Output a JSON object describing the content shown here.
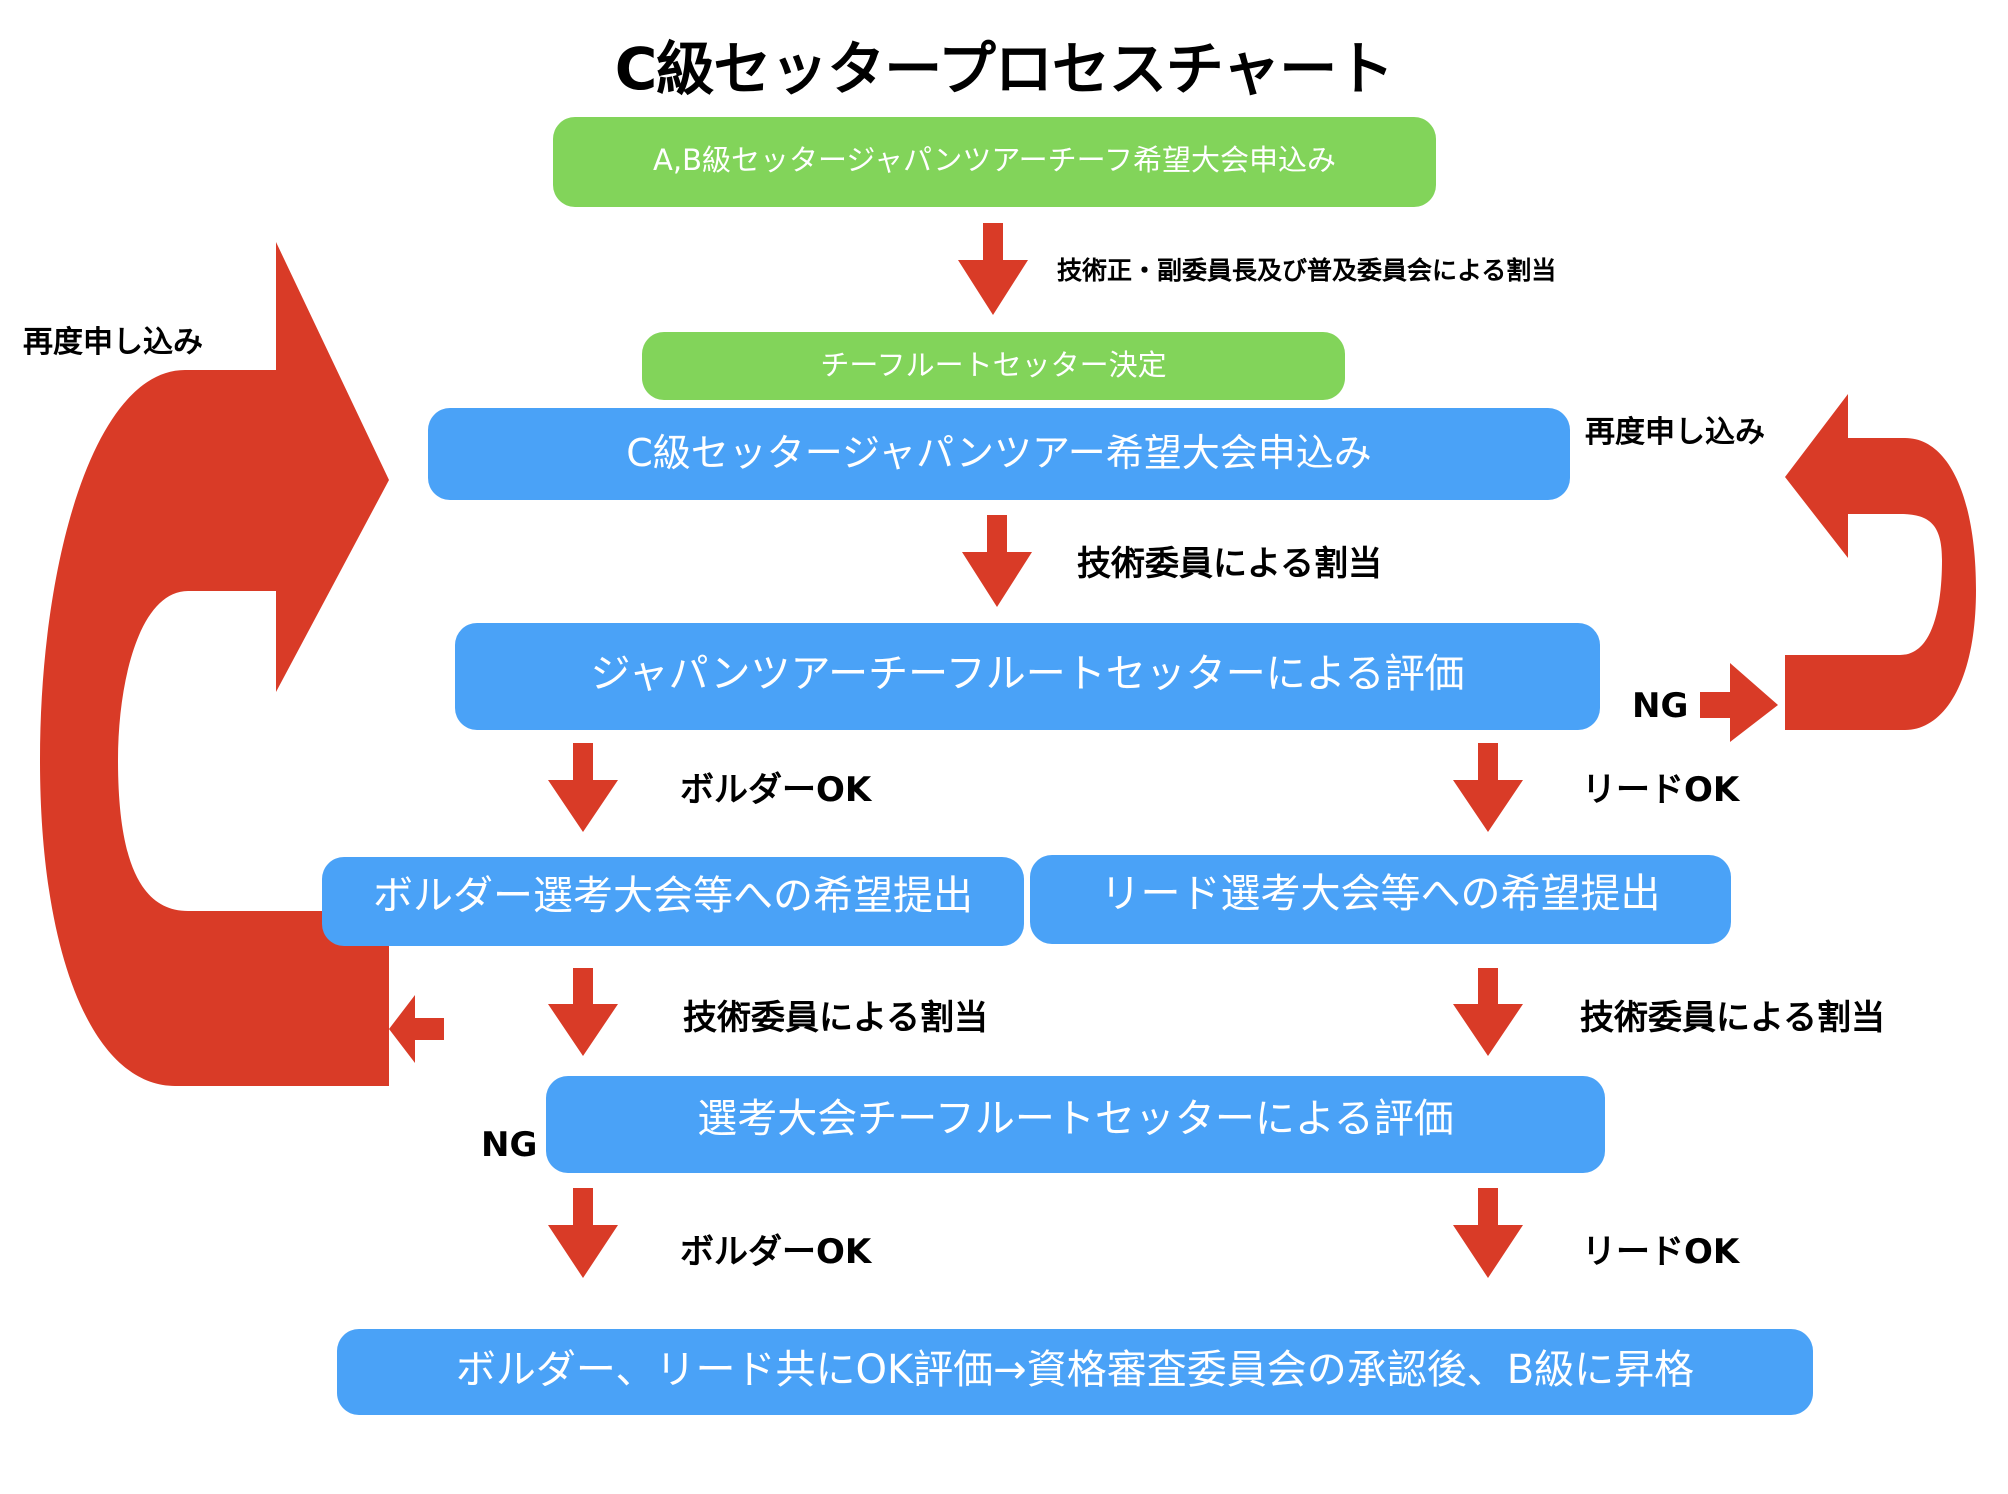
{
  "title": "C級セッタープロセスチャート",
  "colors": {
    "green": "#82d45a",
    "blue": "#4aa2f7",
    "red": "#d93b27",
    "text": "#000000"
  },
  "nodes": {
    "ab_apply": "A,B級セッタージャパンツアーチーフ希望大会申込み",
    "chief_decided": "チーフルートセッター決定",
    "c_apply": "C級セッタージャパンツアー希望大会申込み",
    "jt_eval": "ジャパンツアーチーフルートセッターによる評価",
    "boulder_submit": "ボルダー選考大会等への希望提出",
    "lead_submit": "リード選考大会等への希望提出",
    "selection_eval": "選考大会チーフルートセッターによる評価",
    "final": "ボルダー、リード共にOK評価→資格審査委員会の承認後、B級に昇格"
  },
  "labels": {
    "assign_committee": "技術正・副委員長及び普及委員会による割当",
    "assign_tech_1": "技術委員による割当",
    "boulder_ok_1": "ボルダーOK",
    "lead_ok_1": "リードOK",
    "assign_tech_2": "技術委員による割当",
    "assign_tech_3": "技術委員による割当",
    "boulder_ok_2": "ボルダーOK",
    "lead_ok_2": "リードOK",
    "ng_right": "NG",
    "ng_left": "NG",
    "reapply_left": "再度申し込み",
    "reapply_right": "再度申し込み"
  }
}
